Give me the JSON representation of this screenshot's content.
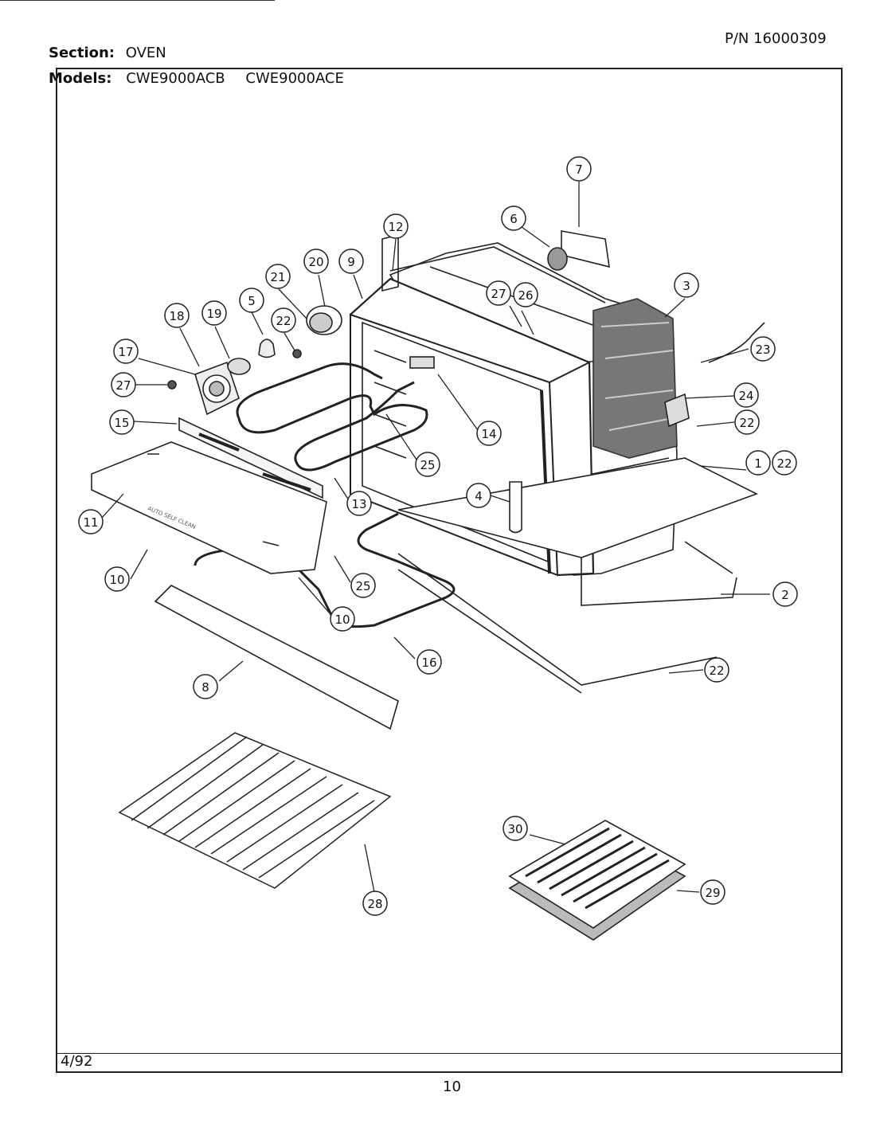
{
  "header": {
    "section_label": "Section:",
    "section_value": "OVEN",
    "models_label": "Models:",
    "model_1": "CWE9000ACB",
    "model_2": "CWE9000ACE",
    "part_number": "P/N  16000309"
  },
  "footer": {
    "date": "4/92",
    "page": "10"
  },
  "callouts": [
    "7",
    "6",
    "12",
    "20",
    "9",
    "21",
    "5",
    "3",
    "27",
    "26",
    "18",
    "19",
    "22",
    "23",
    "17",
    "27",
    "24",
    "22",
    "15",
    "14",
    "25",
    "1",
    "22",
    "13",
    "4",
    "11",
    "10",
    "25",
    "10",
    "2",
    "16",
    "22",
    "8",
    "30",
    "29",
    "28"
  ]
}
